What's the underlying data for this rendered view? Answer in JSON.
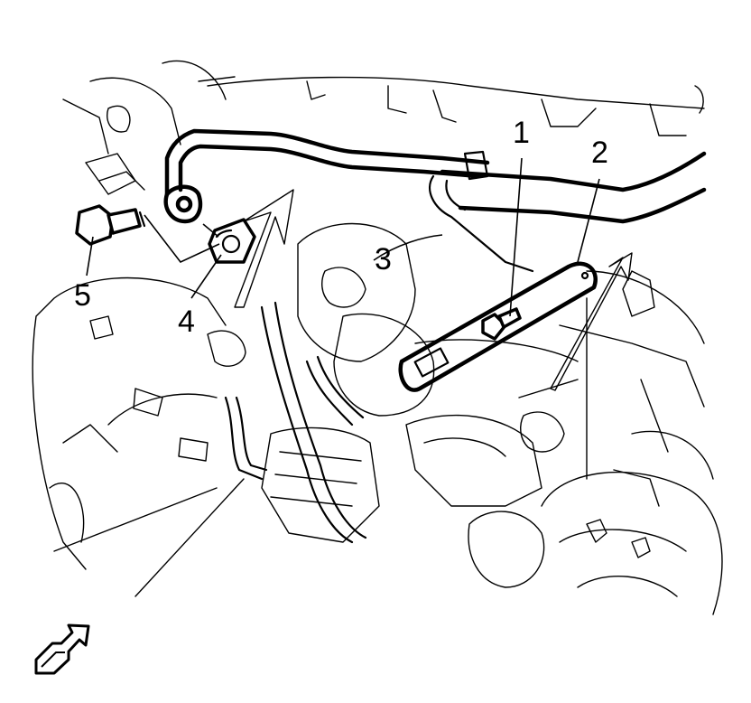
{
  "callouts": [
    {
      "id": "1",
      "label": "1"
    },
    {
      "id": "2",
      "label": "2"
    },
    {
      "id": "3",
      "label": "3"
    },
    {
      "id": "4",
      "label": "4"
    },
    {
      "id": "5",
      "label": "5"
    }
  ],
  "icons": {
    "view_direction": "view-direction-arrow-icon"
  }
}
